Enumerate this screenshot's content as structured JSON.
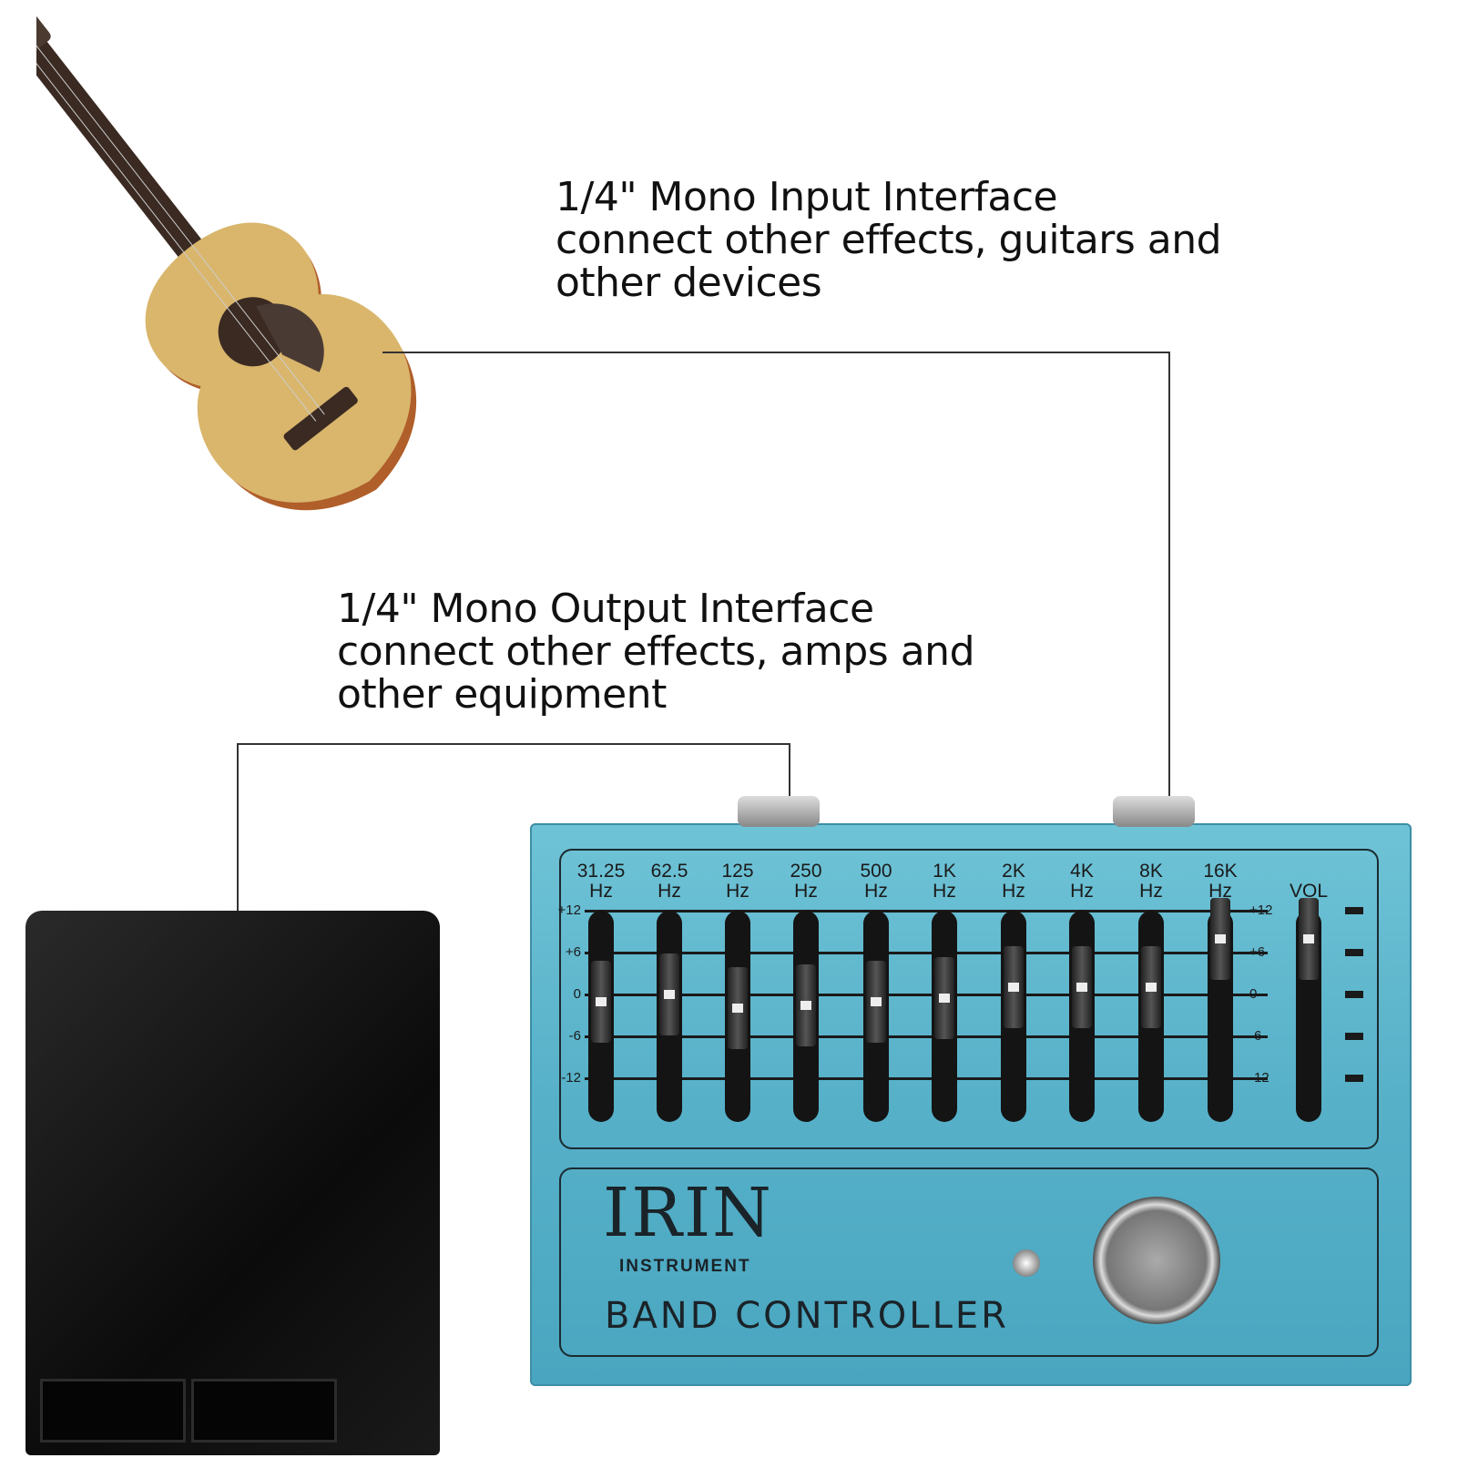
{
  "input_caption": {
    "line1": "1/4\" Mono Input Interface",
    "line2": "connect other effects, guitars and",
    "line3": "other devices"
  },
  "output_caption": {
    "line1": "1/4\" Mono Output Interface",
    "line2": "connect other effects, amps and",
    "line3": "other equipment"
  },
  "pedal": {
    "brand": "IRIN",
    "brand_sub": "INSTRUMENT",
    "model": "BAND CONTROLLER",
    "color": "#5ab4cb",
    "scale_left": [
      "+12",
      "+6",
      "0",
      "-6",
      "-12"
    ],
    "scale_right": [
      "+12",
      "+6",
      "0",
      "-6",
      "-12"
    ],
    "bands": [
      {
        "freq": "31.25",
        "unit": "Hz",
        "db": -1
      },
      {
        "freq": "62.5",
        "unit": "Hz",
        "db": 0
      },
      {
        "freq": "125",
        "unit": "Hz",
        "db": -2
      },
      {
        "freq": "250",
        "unit": "Hz",
        "db": -1.5
      },
      {
        "freq": "500",
        "unit": "Hz",
        "db": -1
      },
      {
        "freq": "1K",
        "unit": "Hz",
        "db": -0.5
      },
      {
        "freq": "2K",
        "unit": "Hz",
        "db": 1
      },
      {
        "freq": "4K",
        "unit": "Hz",
        "db": 1
      },
      {
        "freq": "8K",
        "unit": "Hz",
        "db": 1
      },
      {
        "freq": "16K",
        "unit": "Hz",
        "db": 8
      }
    ],
    "vol": {
      "label": "VOL",
      "db": 8
    }
  }
}
